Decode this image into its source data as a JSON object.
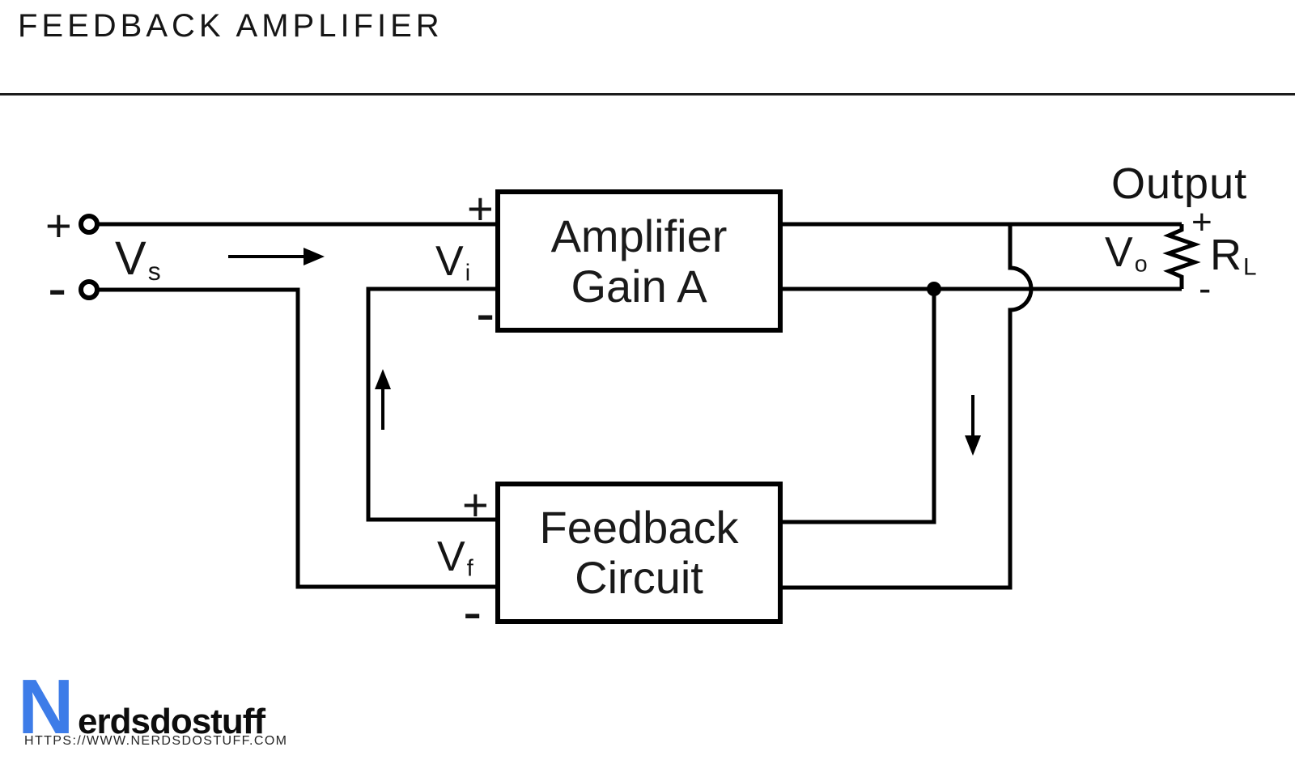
{
  "header": {
    "title": "FEEDBACK AMPLIFIER"
  },
  "diagram": {
    "blocks": [
      {
        "id": "amplifier",
        "line1": "Amplifier",
        "line2": "Gain A"
      },
      {
        "id": "feedback",
        "line1": "Feedback",
        "line2": "Circuit"
      }
    ],
    "labels": {
      "source_plus": "+",
      "source_minus": "-",
      "vs_base": "V",
      "vs_sub": "s",
      "vi_plus": "+",
      "vi_base": "V",
      "vi_sub": "i",
      "vi_minus": "-",
      "vf_plus": "+",
      "vf_base": "V",
      "vf_sub": "f",
      "vf_minus": "-",
      "output_title": "Output",
      "out_plus": "+",
      "out_minus": "-",
      "vo_base": "V",
      "vo_sub": "o",
      "rl_base": "R",
      "rl_sub": "L"
    },
    "icons": {
      "input_flow": "right-arrow",
      "feedback_flow": "up-arrow",
      "output_flow": "down-arrow",
      "load": "resistor-zigzag",
      "junction": "connection-dot",
      "crossover": "wire-hop-arc",
      "terminals": "open-circle-terminal"
    }
  },
  "footer": {
    "logo_initial": "N",
    "logo_name": "erdsdostuff",
    "url": "HTTPS://WWW.NERDSDOSTUFF.COM"
  },
  "colors": {
    "ink": "#111111",
    "wire": "#000000",
    "logo_blue": "#3D7CE8",
    "rule": "#1c1c1c",
    "background": "#ffffff"
  }
}
